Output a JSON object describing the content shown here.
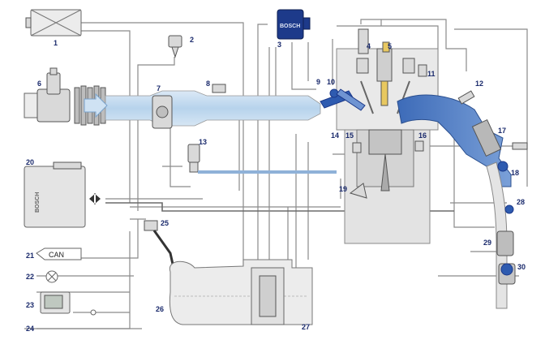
{
  "components": [
    {
      "id": "1",
      "label": "1"
    },
    {
      "id": "2",
      "label": "2"
    },
    {
      "id": "3",
      "label": "3"
    },
    {
      "id": "4",
      "label": "4"
    },
    {
      "id": "5",
      "label": "5"
    },
    {
      "id": "6",
      "label": "6"
    },
    {
      "id": "7",
      "label": "7"
    },
    {
      "id": "8",
      "label": "8"
    },
    {
      "id": "9",
      "label": "9"
    },
    {
      "id": "10",
      "label": "10"
    },
    {
      "id": "11",
      "label": "11"
    },
    {
      "id": "12",
      "label": "12"
    },
    {
      "id": "13",
      "label": "13"
    },
    {
      "id": "14",
      "label": "14"
    },
    {
      "id": "15",
      "label": "15"
    },
    {
      "id": "16",
      "label": "16"
    },
    {
      "id": "17",
      "label": "17"
    },
    {
      "id": "18",
      "label": "18"
    },
    {
      "id": "19",
      "label": "19"
    },
    {
      "id": "20",
      "label": "20"
    },
    {
      "id": "21",
      "label": "21"
    },
    {
      "id": "22",
      "label": "22"
    },
    {
      "id": "23",
      "label": "23"
    },
    {
      "id": "24",
      "label": "24"
    },
    {
      "id": "25",
      "label": "25"
    },
    {
      "id": "26",
      "label": "26"
    },
    {
      "id": "27",
      "label": "27"
    },
    {
      "id": "28",
      "label": "28"
    },
    {
      "id": "29",
      "label": "29"
    },
    {
      "id": "30",
      "label": "30"
    }
  ],
  "texts": {
    "can_label": "CAN",
    "ecu_brand": "BOSCH",
    "pump_brand": "BOSCH"
  },
  "colors": {
    "intake_air": "#bcd8ee",
    "exhaust": "#4a78c0",
    "accent_blue": "#1d3a8a",
    "wire": "#8a8a8a"
  }
}
